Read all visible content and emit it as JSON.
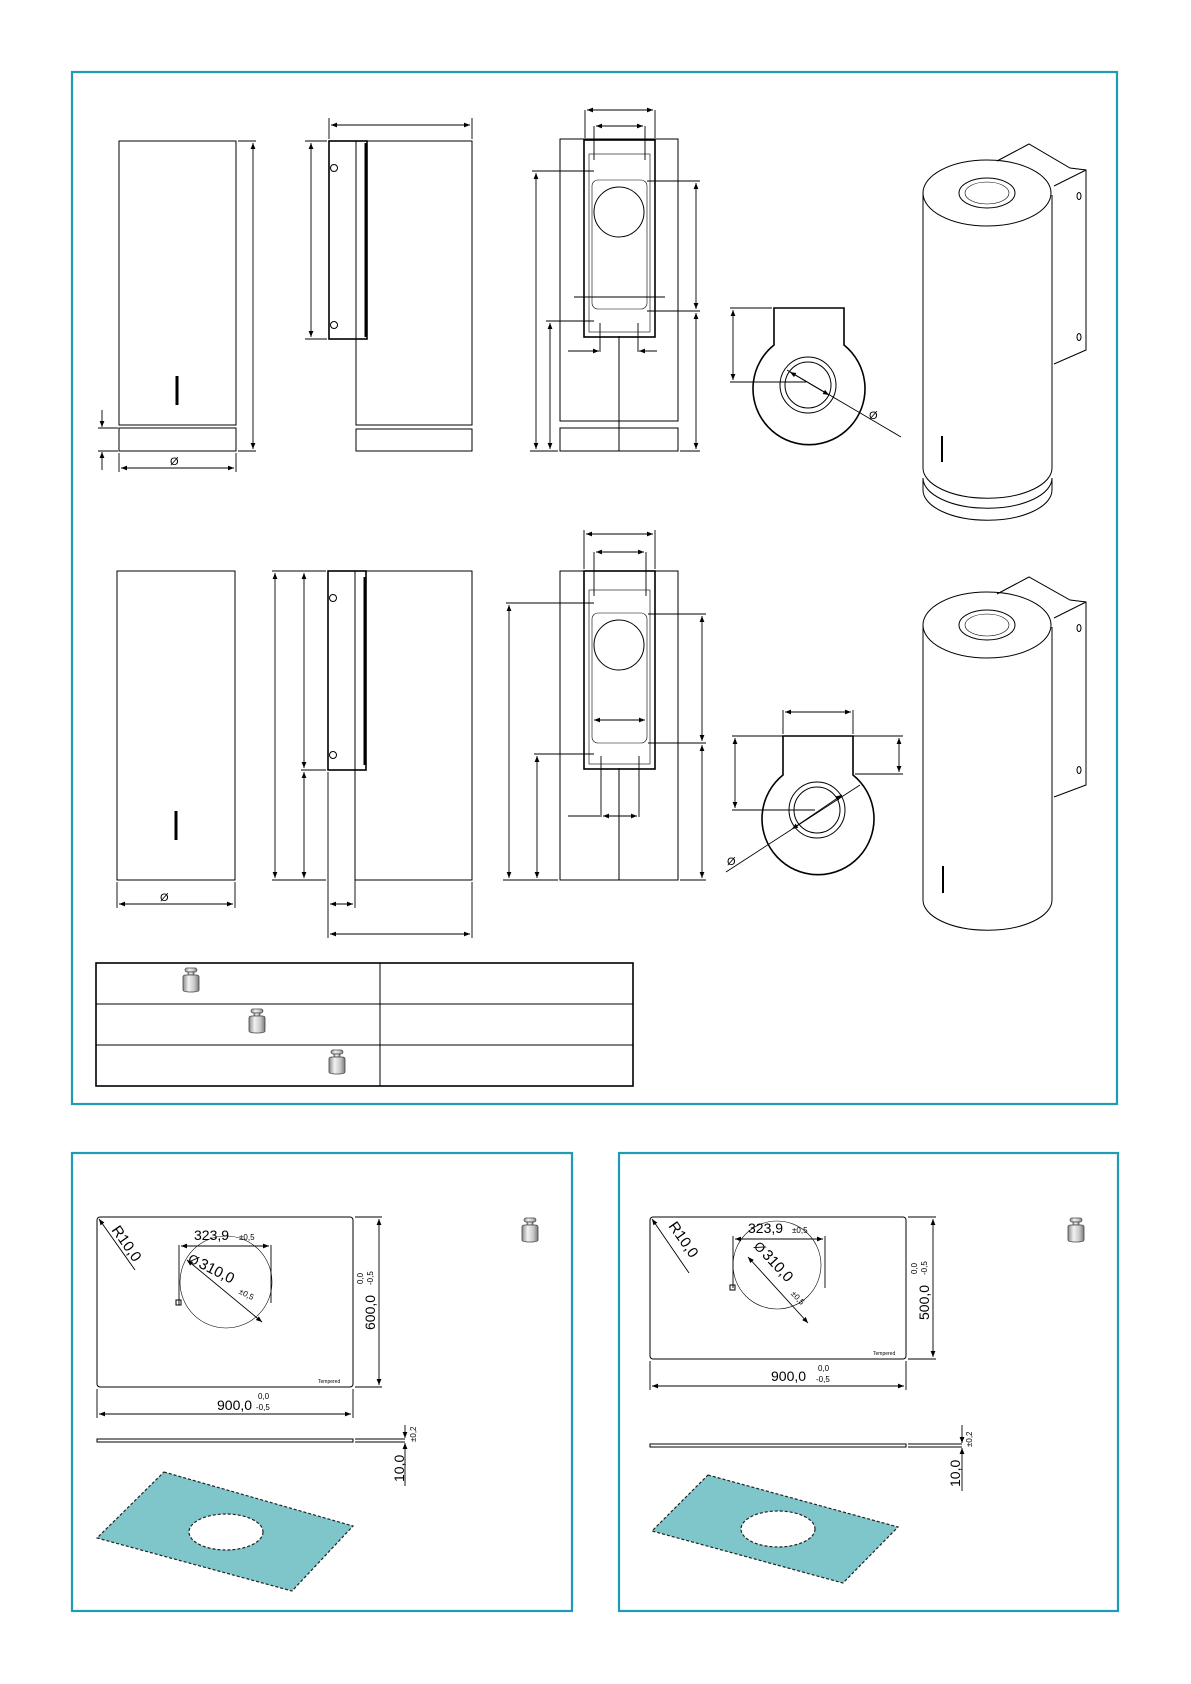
{
  "document": {
    "type": "technical-drawing",
    "frame_color": "#1d9cb3",
    "glass_color": "#7fc6cb"
  },
  "top_section": {
    "row1_views": [
      {
        "name": "front-view-with-base",
        "diameter_symbol": "Ø"
      },
      {
        "name": "side-view-with-base"
      },
      {
        "name": "rear-view-with-base"
      },
      {
        "name": "top-view-bracket",
        "diameter_symbol": "Ø"
      },
      {
        "name": "isometric-view-with-base"
      }
    ],
    "row2_views": [
      {
        "name": "front-view",
        "diameter_symbol": "Ø"
      },
      {
        "name": "side-view"
      },
      {
        "name": "rear-view"
      },
      {
        "name": "top-view-bracket",
        "diameter_symbol": "Ø"
      },
      {
        "name": "isometric-view"
      }
    ],
    "weight_table": {
      "rows": [
        {
          "icon": "weight-icon",
          "value": ""
        },
        {
          "icon": "weight-icon",
          "value": ""
        },
        {
          "icon": "weight-icon",
          "value": ""
        }
      ]
    }
  },
  "glass_panels": [
    {
      "radius_label": "R10,0",
      "hole_offset": "323,9",
      "hole_offset_tol": "±0,5",
      "hole_diameter": "310,0",
      "hole_diameter_tol": "±0,5",
      "diameter_symbol": "Ø",
      "height": "600,0",
      "height_tol_upper": "0,0",
      "height_tol_lower": "-0,5",
      "width": "900,0",
      "width_tol_upper": "0,0",
      "width_tol_lower": "-0,5",
      "thickness": "10,0",
      "thickness_tol": "±0,2",
      "material_note": "Tempered",
      "icon": "weight-icon"
    },
    {
      "radius_label": "R10,0",
      "hole_offset": "323,9",
      "hole_offset_tol": "±0,5",
      "hole_diameter": "310,0",
      "hole_diameter_tol": "±0,5",
      "diameter_symbol": "Ø",
      "height": "500,0",
      "height_tol_upper": "0,0",
      "height_tol_lower": "-0,5",
      "width": "900,0",
      "width_tol_upper": "0,0",
      "width_tol_lower": "-0,5",
      "thickness": "10,0",
      "thickness_tol": "±0,2",
      "material_note": "Tempered",
      "icon": "weight-icon"
    }
  ]
}
